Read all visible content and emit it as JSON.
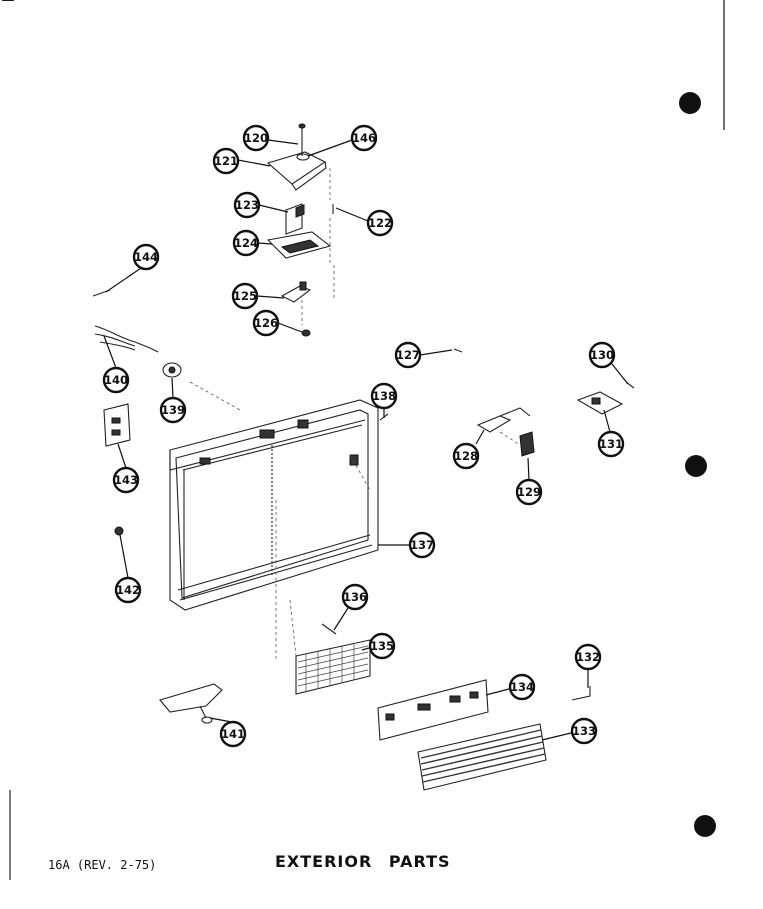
{
  "diagram": {
    "callouts": [
      {
        "id": "c120",
        "label": "120"
      },
      {
        "id": "c146",
        "label": "146"
      },
      {
        "id": "c121",
        "label": "121"
      },
      {
        "id": "c123",
        "label": "123"
      },
      {
        "id": "c122",
        "label": "122"
      },
      {
        "id": "c124",
        "label": "124"
      },
      {
        "id": "c144",
        "label": "144"
      },
      {
        "id": "c125",
        "label": "125"
      },
      {
        "id": "c126",
        "label": "126"
      },
      {
        "id": "c127",
        "label": "127"
      },
      {
        "id": "c130",
        "label": "130"
      },
      {
        "id": "c140",
        "label": "140"
      },
      {
        "id": "c139",
        "label": "139"
      },
      {
        "id": "c138",
        "label": "138"
      },
      {
        "id": "c131",
        "label": "131"
      },
      {
        "id": "c143",
        "label": "143"
      },
      {
        "id": "c128",
        "label": "128"
      },
      {
        "id": "c129",
        "label": "129"
      },
      {
        "id": "c137",
        "label": "137"
      },
      {
        "id": "c142",
        "label": "142"
      },
      {
        "id": "c136",
        "label": "136"
      },
      {
        "id": "c135",
        "label": "135"
      },
      {
        "id": "c132",
        "label": "132"
      },
      {
        "id": "c134",
        "label": "134"
      },
      {
        "id": "c141",
        "label": "141"
      },
      {
        "id": "c133",
        "label": "133"
      }
    ]
  },
  "footer": {
    "code": "16A (REV. 2-75)",
    "title": "EXTERIOR PARTS"
  }
}
